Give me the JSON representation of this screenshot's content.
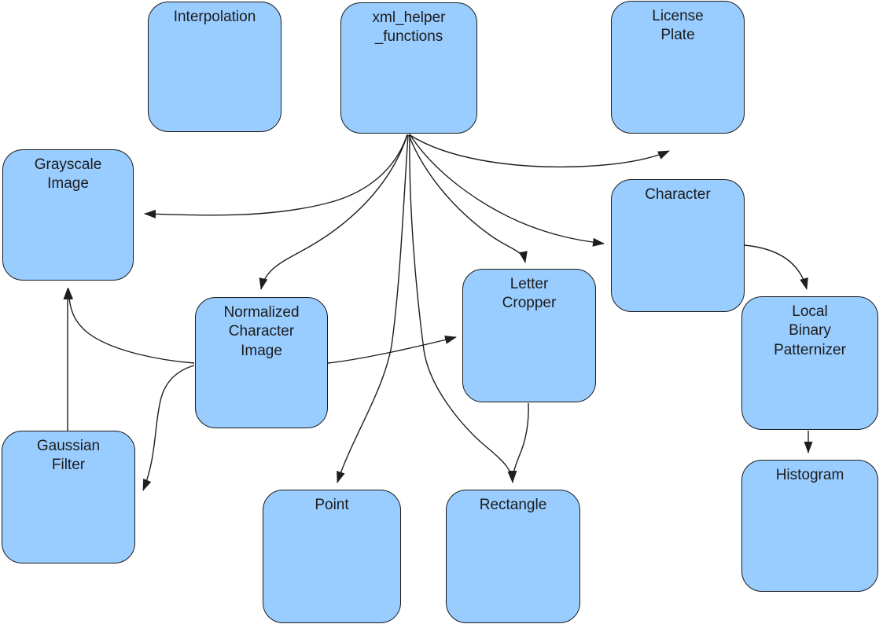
{
  "diagram": {
    "background_color": "#ffffff",
    "node_fill_color": "#99ccff",
    "node_border_color": "#1b1b1b",
    "edge_color": "#1e1e1e",
    "text_color": "#1c1c1c",
    "nodes": [
      {
        "id": "interpolation",
        "label": "Interpolation"
      },
      {
        "id": "xml_helper_functions",
        "label": "xml_helper\n_functions"
      },
      {
        "id": "license_plate",
        "label": "License\nPlate"
      },
      {
        "id": "grayscale_image",
        "label": "Grayscale\nImage"
      },
      {
        "id": "character",
        "label": "Character"
      },
      {
        "id": "normalized_character_image",
        "label": "Normalized\nCharacter\nImage"
      },
      {
        "id": "letter_cropper",
        "label": "Letter\nCropper"
      },
      {
        "id": "local_binary_patternizer",
        "label": "Local\nBinary\nPatternizer"
      },
      {
        "id": "gaussian_filter",
        "label": "Gaussian\nFilter"
      },
      {
        "id": "point",
        "label": "Point"
      },
      {
        "id": "rectangle",
        "label": "Rectangle"
      },
      {
        "id": "histogram",
        "label": "Histogram"
      }
    ],
    "edges": [
      {
        "from": "xml_helper_functions",
        "to": "license_plate"
      },
      {
        "from": "xml_helper_functions",
        "to": "grayscale_image"
      },
      {
        "from": "xml_helper_functions",
        "to": "normalized_character_image"
      },
      {
        "from": "xml_helper_functions",
        "to": "character"
      },
      {
        "from": "xml_helper_functions",
        "to": "letter_cropper"
      },
      {
        "from": "xml_helper_functions",
        "to": "point"
      },
      {
        "from": "xml_helper_functions",
        "to": "rectangle"
      },
      {
        "from": "normalized_character_image",
        "to": "grayscale_image"
      },
      {
        "from": "normalized_character_image",
        "to": "gaussian_filter"
      },
      {
        "from": "normalized_character_image",
        "to": "letter_cropper"
      },
      {
        "from": "gaussian_filter",
        "to": "grayscale_image"
      },
      {
        "from": "letter_cropper",
        "to": "rectangle"
      },
      {
        "from": "character",
        "to": "local_binary_patternizer"
      },
      {
        "from": "local_binary_patternizer",
        "to": "histogram"
      }
    ]
  }
}
